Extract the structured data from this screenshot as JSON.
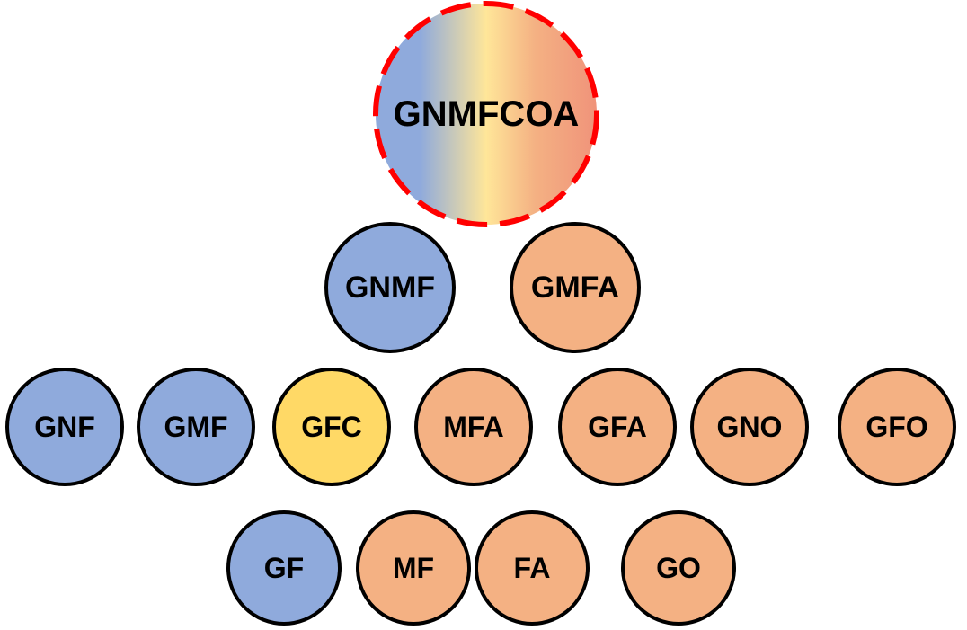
{
  "colors": {
    "blue": "#8faadc",
    "orange": "#f4b183",
    "yellow": "#ffd966",
    "outline": "#000000",
    "root_outline": "#ff0000",
    "root_gradient": [
      "#8faadc",
      "#ffe699",
      "#f4b183",
      "#f0937a"
    ]
  },
  "root": {
    "label": "GNMFCOA"
  },
  "rows": [
    [
      {
        "label": "GNMF",
        "color": "blue"
      },
      {
        "label": "GMFA",
        "color": "orange"
      }
    ],
    [
      {
        "label": "GNF",
        "color": "blue"
      },
      {
        "label": "GMF",
        "color": "blue"
      },
      {
        "label": "GFC",
        "color": "yellow"
      },
      {
        "label": "MFA",
        "color": "orange"
      },
      {
        "label": "GFA",
        "color": "orange"
      },
      {
        "label": "GNO",
        "color": "orange"
      },
      {
        "label": "GFO",
        "color": "orange"
      }
    ],
    [
      {
        "label": "GF",
        "color": "blue"
      },
      {
        "label": "MF",
        "color": "orange"
      },
      {
        "label": "FA",
        "color": "orange"
      },
      {
        "label": "GO",
        "color": "orange"
      }
    ]
  ]
}
